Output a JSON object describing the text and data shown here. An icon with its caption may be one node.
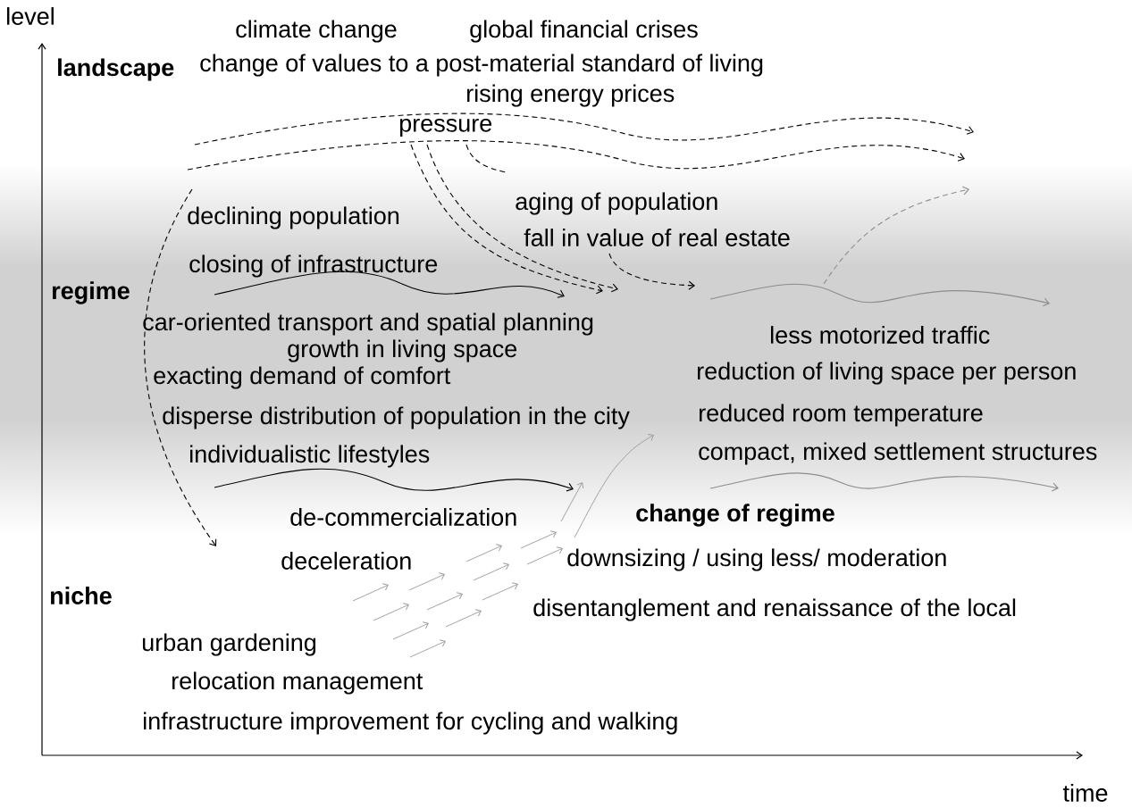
{
  "diagram": {
    "labels": [
      "level",
      "climate change",
      "global financial crises",
      "landscape",
      "change of values to a post-material standard of living",
      "rising energy prices",
      "pressure",
      "aging of population",
      "declining population",
      "fall in value of real estate",
      "closing of infrastructure",
      "regime",
      "car-oriented transport and spatial planning",
      "less motorized traffic",
      "growth in living space",
      "exacting demand of comfort",
      "reduction of living space per person",
      "disperse distribution of population in the city",
      "reduced room temperature",
      "individualistic lifestyles",
      "compact, mixed settlement structures",
      "de-commercialization",
      "change of regime",
      "deceleration",
      "downsizing / using less/ moderation",
      "niche",
      "disentanglement and renaissance of the local",
      "urban gardening",
      "relocation management",
      "infrastructure improvement for cycling and walking",
      "time"
    ]
  }
}
